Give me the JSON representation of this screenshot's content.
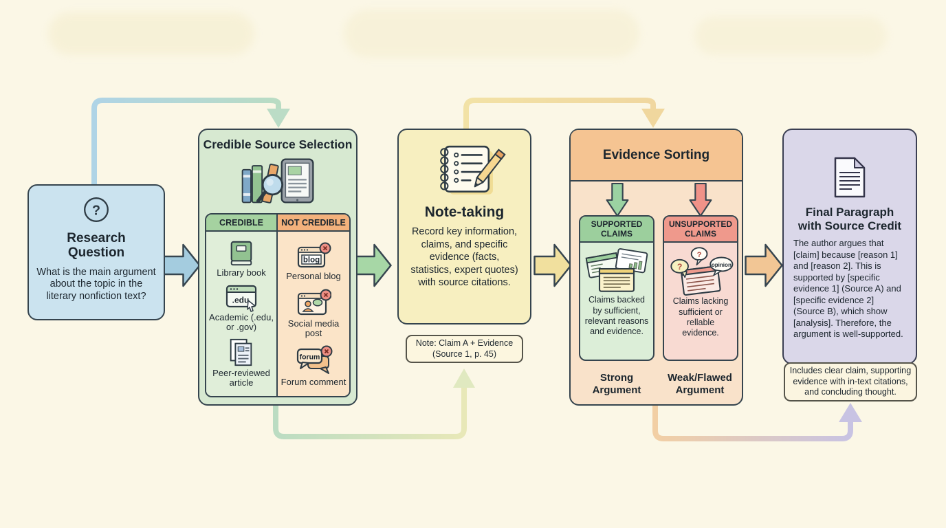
{
  "page": {
    "background": "#FBF7E6",
    "border_color": "#35444E"
  },
  "glyphs": {
    "question_mark": "?"
  },
  "research_question": {
    "icon": "question-circle-icon",
    "title": "Research Question",
    "body": "What is the main argument about the topic in the literary nonfiction text?",
    "bg": "#CBE3EF"
  },
  "credible_source_selection": {
    "title": "Credible Source Selection",
    "icon": "books-magnifier-tablet-icon",
    "bg": "#D7E9D1",
    "credible": {
      "header": "CREDIBLE",
      "header_color": "#A5D2A0",
      "items": [
        {
          "icon": "library-book-icon",
          "label": "Library book"
        },
        {
          "icon": "academic-site-icon",
          "icon_text": ".edu",
          "label": "Academic (.edu, or .gov)"
        },
        {
          "icon": "peer-reviewed-article-icon",
          "label": "Peer-reviewed article"
        }
      ]
    },
    "not_credible": {
      "header": "NOT CREDIBLE",
      "header_color": "#F3B17C",
      "items": [
        {
          "icon": "personal-blog-icon",
          "icon_text": "blog",
          "label": "Personal blog"
        },
        {
          "icon": "social-media-post-icon",
          "label": "Social media post"
        },
        {
          "icon": "forum-comment-icon",
          "icon_text": "forum",
          "label": "Forum comment"
        }
      ]
    }
  },
  "note_taking": {
    "icon": "notebook-pencil-icon",
    "title": "Note-taking",
    "body": "Record key information, claims, and specific evidence (facts, statistics, expert quotes) with source citations.",
    "example_note": "Note: Claim A + Evidence (Source 1, p. 45)",
    "bg": "#F7EFC0"
  },
  "evidence_sorting": {
    "title": "Evidence Sorting",
    "bg": "#F9E2CA",
    "header_bg": "#F5C492",
    "supported": {
      "header": "SUPPORTED CLAIMS",
      "icon": "note-cards-icon",
      "body": "Claims backed by sufficient, relevant reasons and evidence.",
      "result": "Strong Argument",
      "accent": "#9CCF9D"
    },
    "unsupported": {
      "header": "UNSUPPORTED CLAIMS",
      "icon": "opinion-bubbles-icon",
      "icon_text": "opinion",
      "body": "Claims lacking sufficient or rellable evidence.",
      "result": "Weak/Flawed Argument",
      "accent": "#EF998C"
    }
  },
  "final_paragraph": {
    "icon": "document-icon",
    "title": "Final Paragraph with Source Credit",
    "body": "The author argues that [claim] because [reason 1] and [reason 2]. This is supported by [specific evidence 1] (Source A) and [specific evidence 2] (Source B), which show [analysis]. Therefore, the argument is well-supported.",
    "caption": "Includes clear claim, supporting evidence with in-text citations, and concluding thought.",
    "bg": "#DAD7E9"
  }
}
